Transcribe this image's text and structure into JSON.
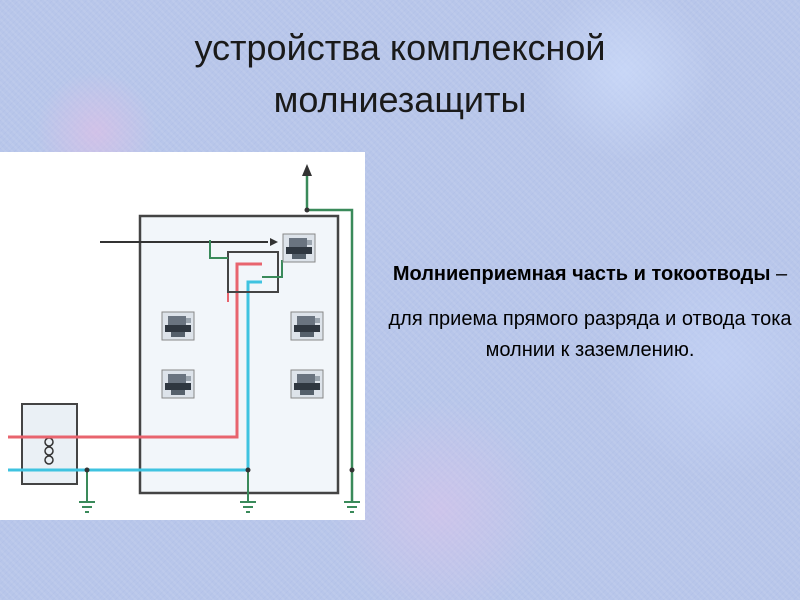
{
  "slide": {
    "title_line1": "устройства комплексной",
    "title_line2": "молниезащиты",
    "heading_bold": "Молниеприемная часть и токоотводы",
    "heading_dash": " –",
    "description": "для приема прямого разряда и отвода тока молнии к заземлению."
  },
  "colors": {
    "phase_line": "#e8646e",
    "neutral_line": "#3fc3e0",
    "ground_line": "#3a8a5a",
    "frame": "#444444"
  }
}
